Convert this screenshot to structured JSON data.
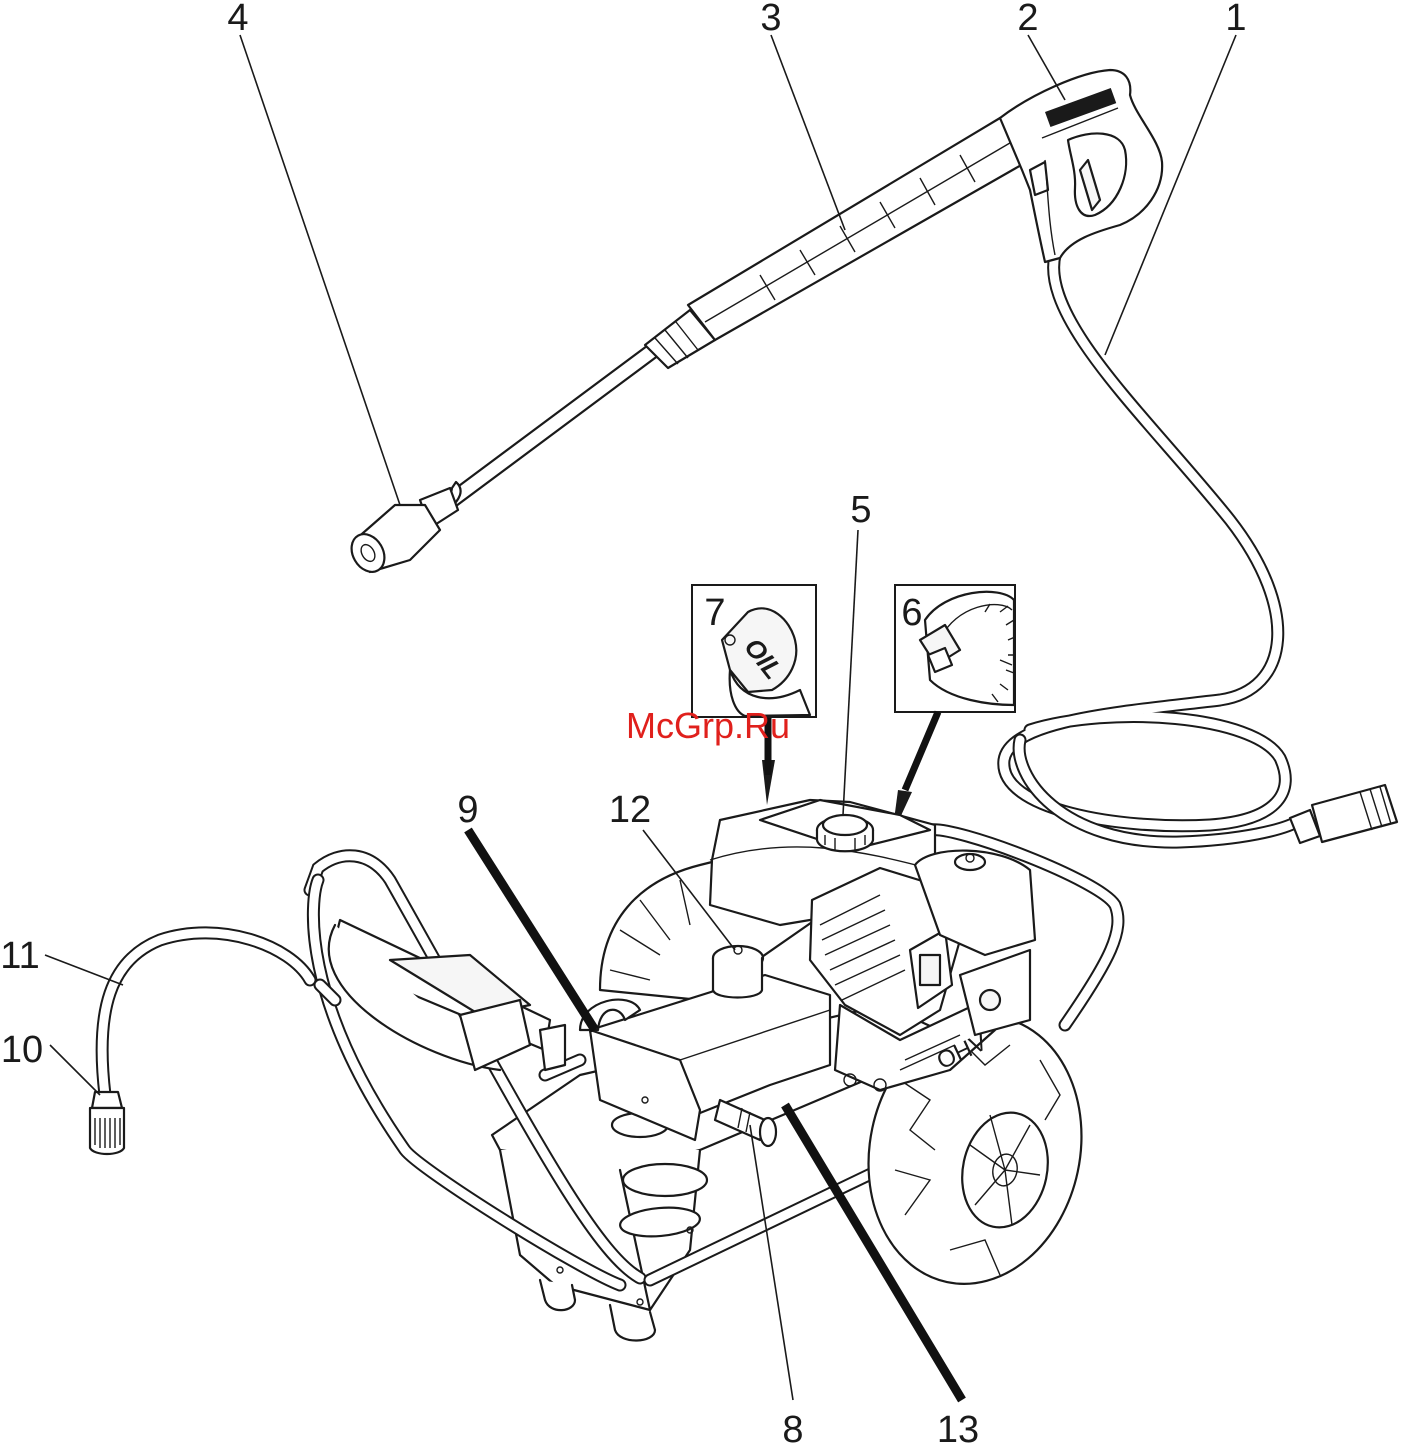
{
  "callouts": [
    {
      "id": "c1",
      "label": "1"
    },
    {
      "id": "c2",
      "label": "2"
    },
    {
      "id": "c3",
      "label": "3"
    },
    {
      "id": "c4",
      "label": "4"
    },
    {
      "id": "c5",
      "label": "5"
    },
    {
      "id": "c6",
      "label": "6"
    },
    {
      "id": "c7",
      "label": "7"
    },
    {
      "id": "c8",
      "label": "8"
    },
    {
      "id": "c9",
      "label": "9"
    },
    {
      "id": "c10",
      "label": "10"
    },
    {
      "id": "c11",
      "label": "11"
    },
    {
      "id": "c12",
      "label": "12"
    },
    {
      "id": "c13",
      "label": "13"
    }
  ],
  "inset_oil": {
    "text": "OIL"
  },
  "engine_badge": {
    "text": "OHV"
  },
  "watermark": {
    "text": "McGrp.Ru"
  },
  "colors": {
    "line": "#1a1a1a",
    "watermark": "#e0201c",
    "background": "#ffffff"
  }
}
